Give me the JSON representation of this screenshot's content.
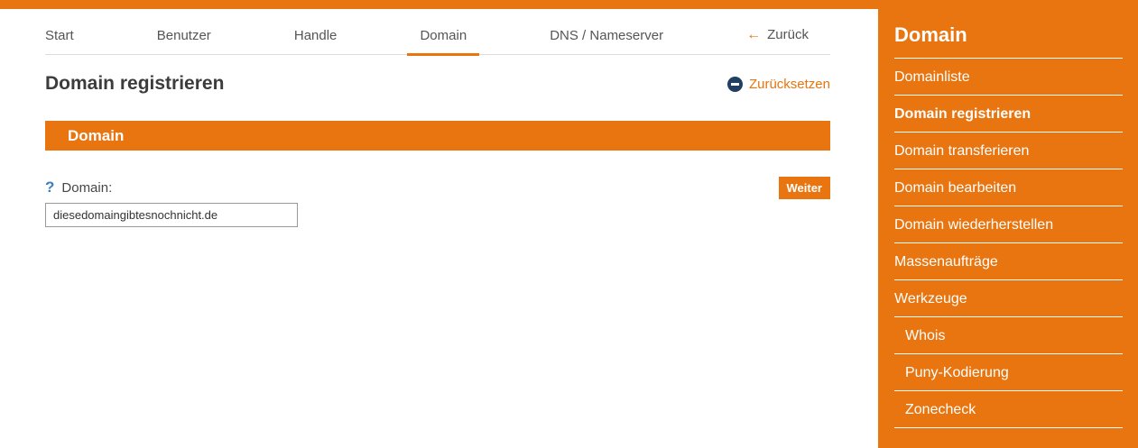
{
  "colors": {
    "accent_orange": "#E87510",
    "navy_circle": "#1F3F63",
    "help_blue": "#3D7EBF"
  },
  "nav": {
    "tabs": [
      {
        "label": "Start"
      },
      {
        "label": "Benutzer"
      },
      {
        "label": "Handle"
      },
      {
        "label": "Domain",
        "active": true
      },
      {
        "label": "DNS / Nameserver"
      }
    ],
    "back": {
      "arrow": "←",
      "label": "Zurück"
    }
  },
  "page": {
    "title": "Domain registrieren",
    "reset_label": "Zurücksetzen",
    "section_header": "Domain"
  },
  "form": {
    "help_icon": "?",
    "domain_label": "Domain:",
    "domain_value": "diesedomaingibtesnochnicht.de",
    "submit_label": "Weiter"
  },
  "sidebar": {
    "title": "Domain",
    "items": [
      {
        "label": "Domainliste"
      },
      {
        "label": "Domain registrieren",
        "active": true
      },
      {
        "label": "Domain transferieren"
      },
      {
        "label": "Domain bearbeiten"
      },
      {
        "label": "Domain wiederherstellen"
      },
      {
        "label": "Massenaufträge"
      },
      {
        "label": "Werkzeuge"
      },
      {
        "label": "Whois",
        "sub": true
      },
      {
        "label": "Puny-Kodierung",
        "sub": true
      },
      {
        "label": "Zonecheck",
        "sub": true
      }
    ]
  }
}
